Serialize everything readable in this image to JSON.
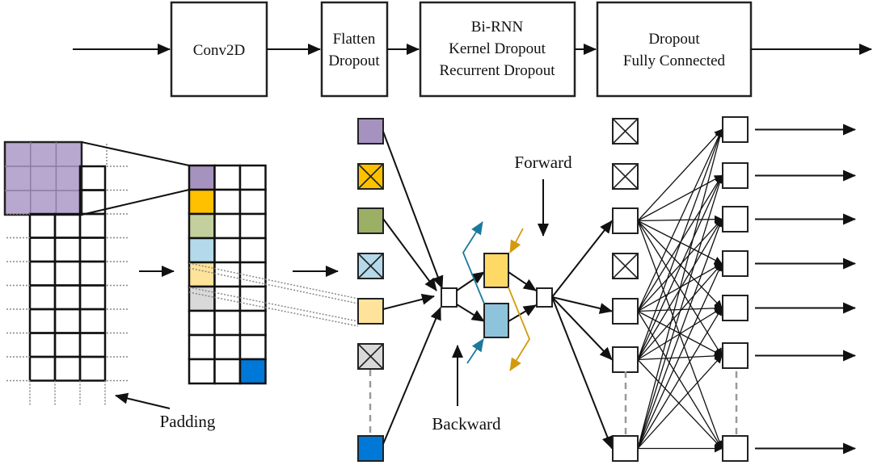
{
  "pipeline": {
    "blocks": [
      {
        "id": "conv2d",
        "lines": [
          "Conv2D"
        ]
      },
      {
        "id": "flatten",
        "lines": [
          "Flatten",
          "Dropout"
        ]
      },
      {
        "id": "birnn",
        "lines": [
          "Bi-RNN",
          "Kernel Dropout",
          "Recurrent Dropout"
        ]
      },
      {
        "id": "dense",
        "lines": [
          "Dropout",
          "Fully Connected"
        ]
      }
    ]
  },
  "annotations": {
    "padding": "Padding",
    "forward": "Forward",
    "backward": "Backward"
  },
  "colors": {
    "purple": "#A692BF",
    "purple_light": "#B8A7CE",
    "orange": "#FFC000",
    "green": "#9BB065",
    "green_light": "#C3D09E",
    "blue_light": "#B3D9EA",
    "yellow_light": "#FFE39A",
    "gray": "#D9D9D9",
    "blue": "#0078D7",
    "yellow": "#FFD966",
    "teal_cell": "#8EC3DC",
    "teal_arrow": "#1B7A9C",
    "amber_arrow": "#D39A0E"
  },
  "feature_column": [
    {
      "color": "purple",
      "dropped": false
    },
    {
      "color": "orange",
      "dropped": true
    },
    {
      "color": "green",
      "dropped": false
    },
    {
      "color": "blue_light",
      "dropped": true
    },
    {
      "color": "yellow_light",
      "dropped": false
    },
    {
      "color": "gray",
      "dropped": true
    },
    {
      "color": "blue",
      "dropped": false
    }
  ],
  "feature_map_column_colors": [
    "purple",
    "orange",
    "green_light",
    "blue_light",
    "yellow_light",
    "gray"
  ],
  "dense_input_nodes_dropped": [
    true,
    true,
    false,
    true,
    false,
    false,
    false
  ],
  "output_nodes_count": 7
}
